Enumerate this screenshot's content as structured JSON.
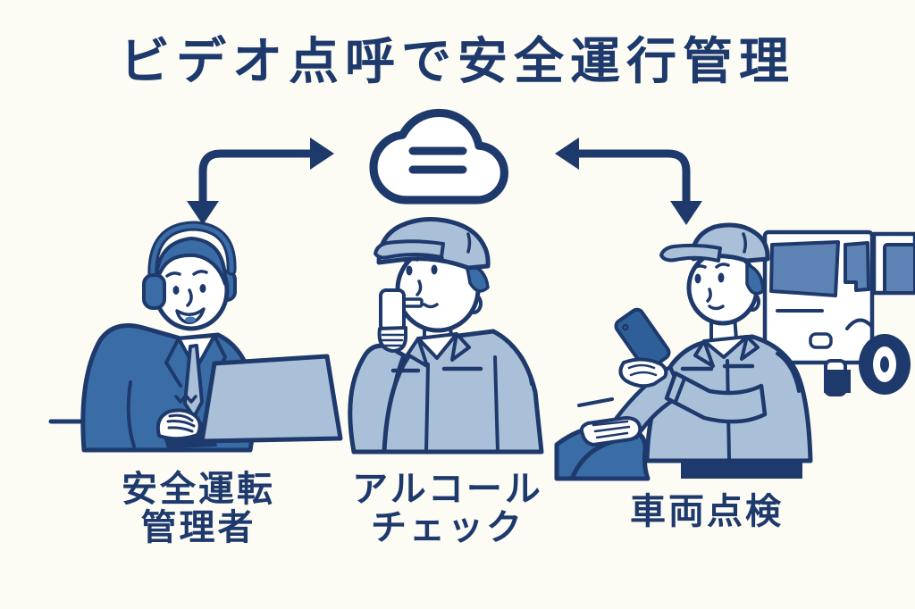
{
  "title": "ビデオ点呼で安全運行管理",
  "labels": {
    "manager": {
      "line1": "安全運転",
      "line2": "管理者"
    },
    "alcohol": {
      "line1": "アルコール",
      "line2": "チェック"
    },
    "vehicle": {
      "line1": "車両点検"
    }
  },
  "figures": [
    {
      "id": "safety-manager",
      "caption": "安全運転管理者",
      "depicts": "operator wearing headset working on laptop at desk"
    },
    {
      "id": "alcohol-check",
      "caption": "アルコールチェック",
      "depicts": "driver in cap blowing into breathalyzer device"
    },
    {
      "id": "vehicle-inspection",
      "caption": "車両点検",
      "depicts": "driver in cap checking truck with smartphone"
    }
  ],
  "icons": {
    "cloud": "cloud-sync-icon",
    "arrow_left": "elbow-arrow-manager-cloud",
    "arrow_right": "elbow-arrow-cloud-driver"
  },
  "colors": {
    "background": "#FCFCF5",
    "navy": "#1E396B",
    "blue": "#3A6CA6",
    "mid": "#5D83B4",
    "light": "#AABFD8",
    "white": "#FFFFFF",
    "phone": "#2E5F99",
    "tongue": "#4878B0"
  }
}
